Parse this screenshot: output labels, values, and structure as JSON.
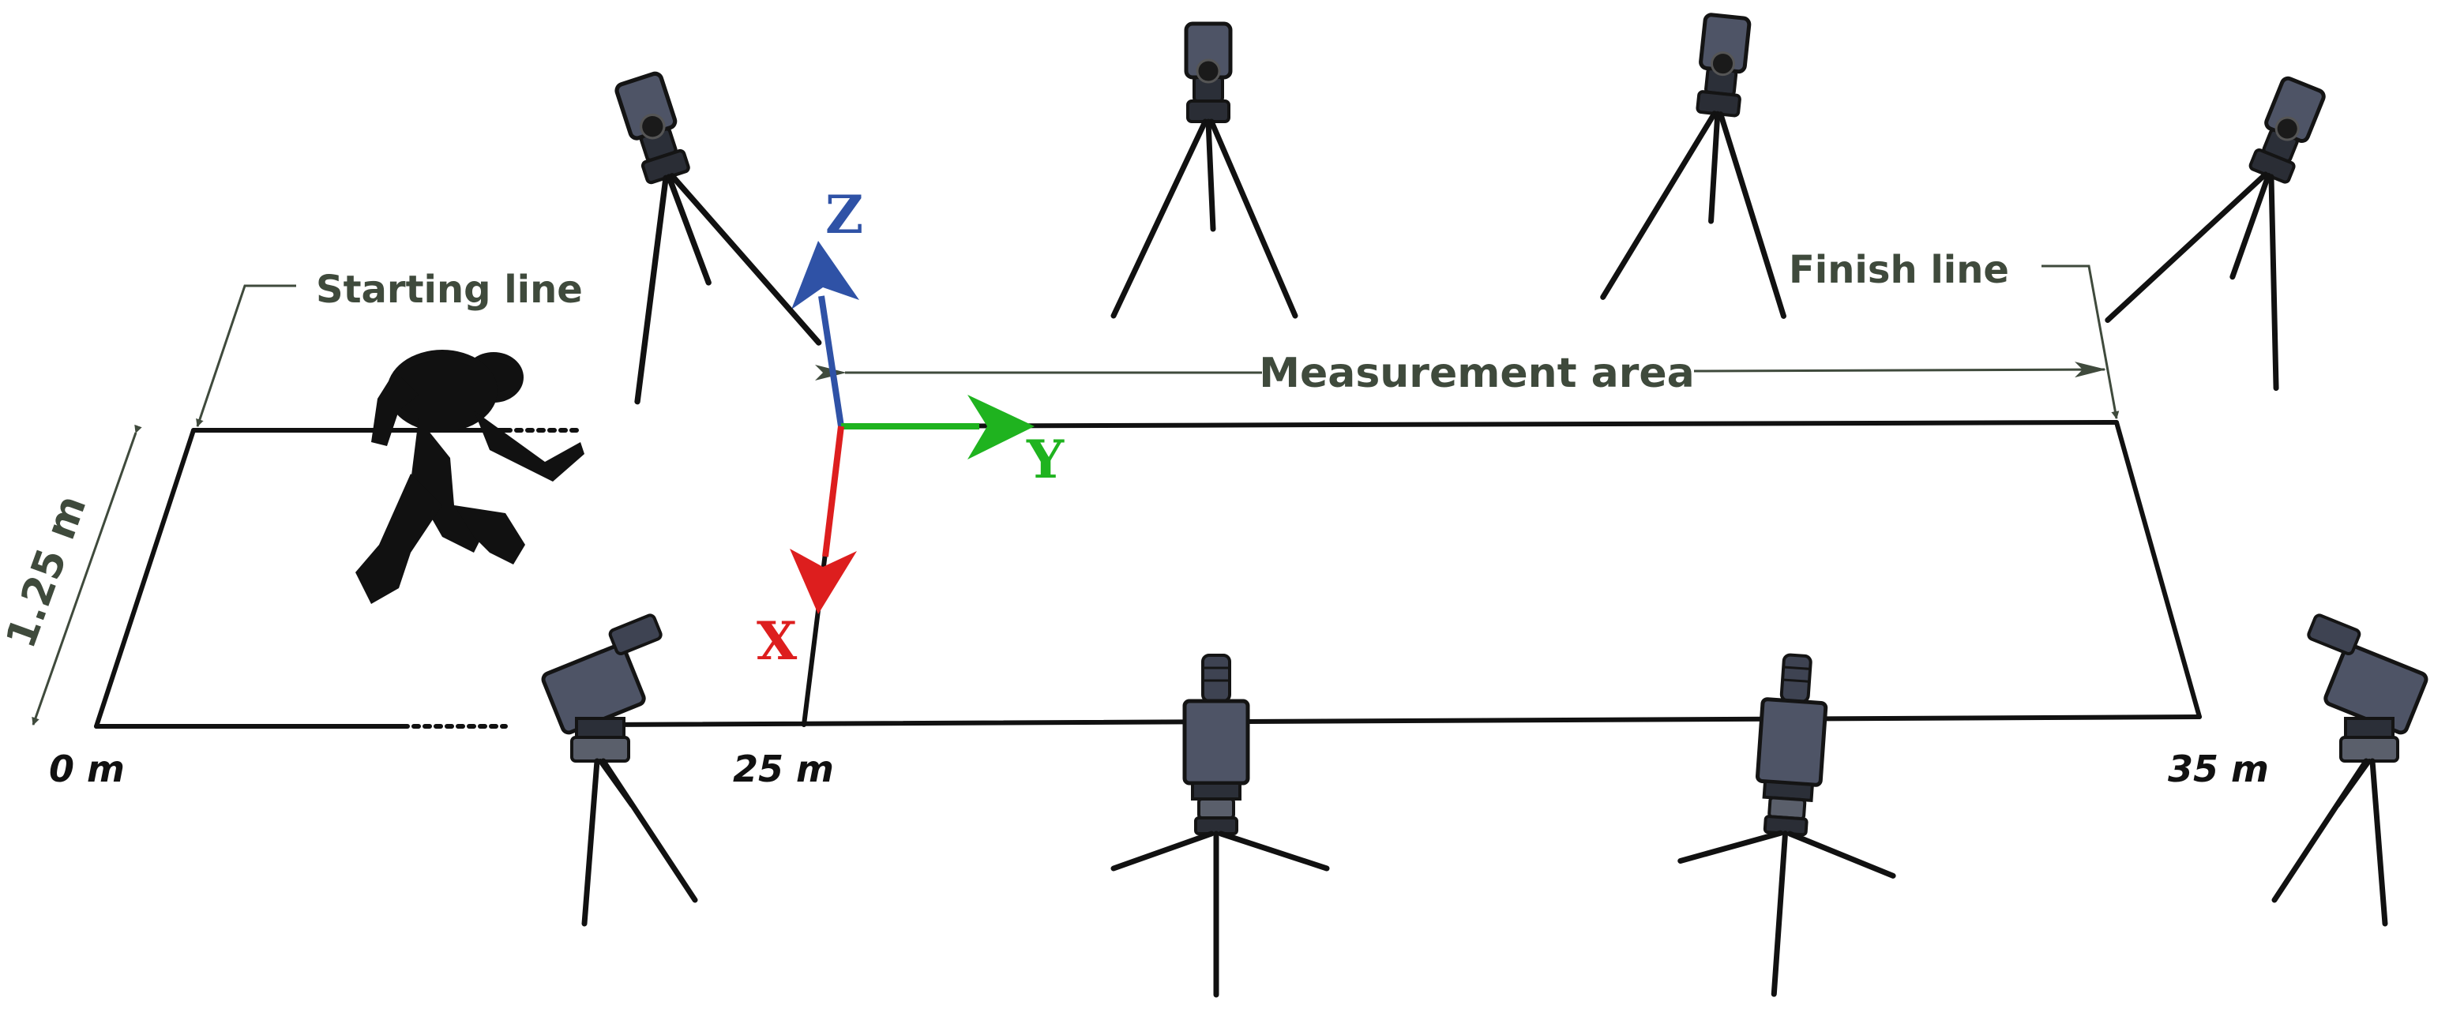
{
  "labels": {
    "starting_line": "Starting line",
    "finish_line": "Finish line",
    "measurement_area": "Measurement area",
    "width": "1.25 m"
  },
  "distances": {
    "start": "0 m",
    "measure_start": "25 m",
    "finish": "35 m"
  },
  "axes": {
    "x": "X",
    "y": "Y",
    "z": "Z"
  },
  "colors": {
    "x_axis": "#dd1e1e",
    "y_axis": "#1fb31f",
    "z_axis": "#2f52a6",
    "label_text": "#3f4a3c",
    "track_line": "#111111",
    "camera_body": "#4e5466"
  },
  "icons": {
    "runner": "runner-silhouette-icon",
    "camera": "camera-on-tripod-icon"
  }
}
